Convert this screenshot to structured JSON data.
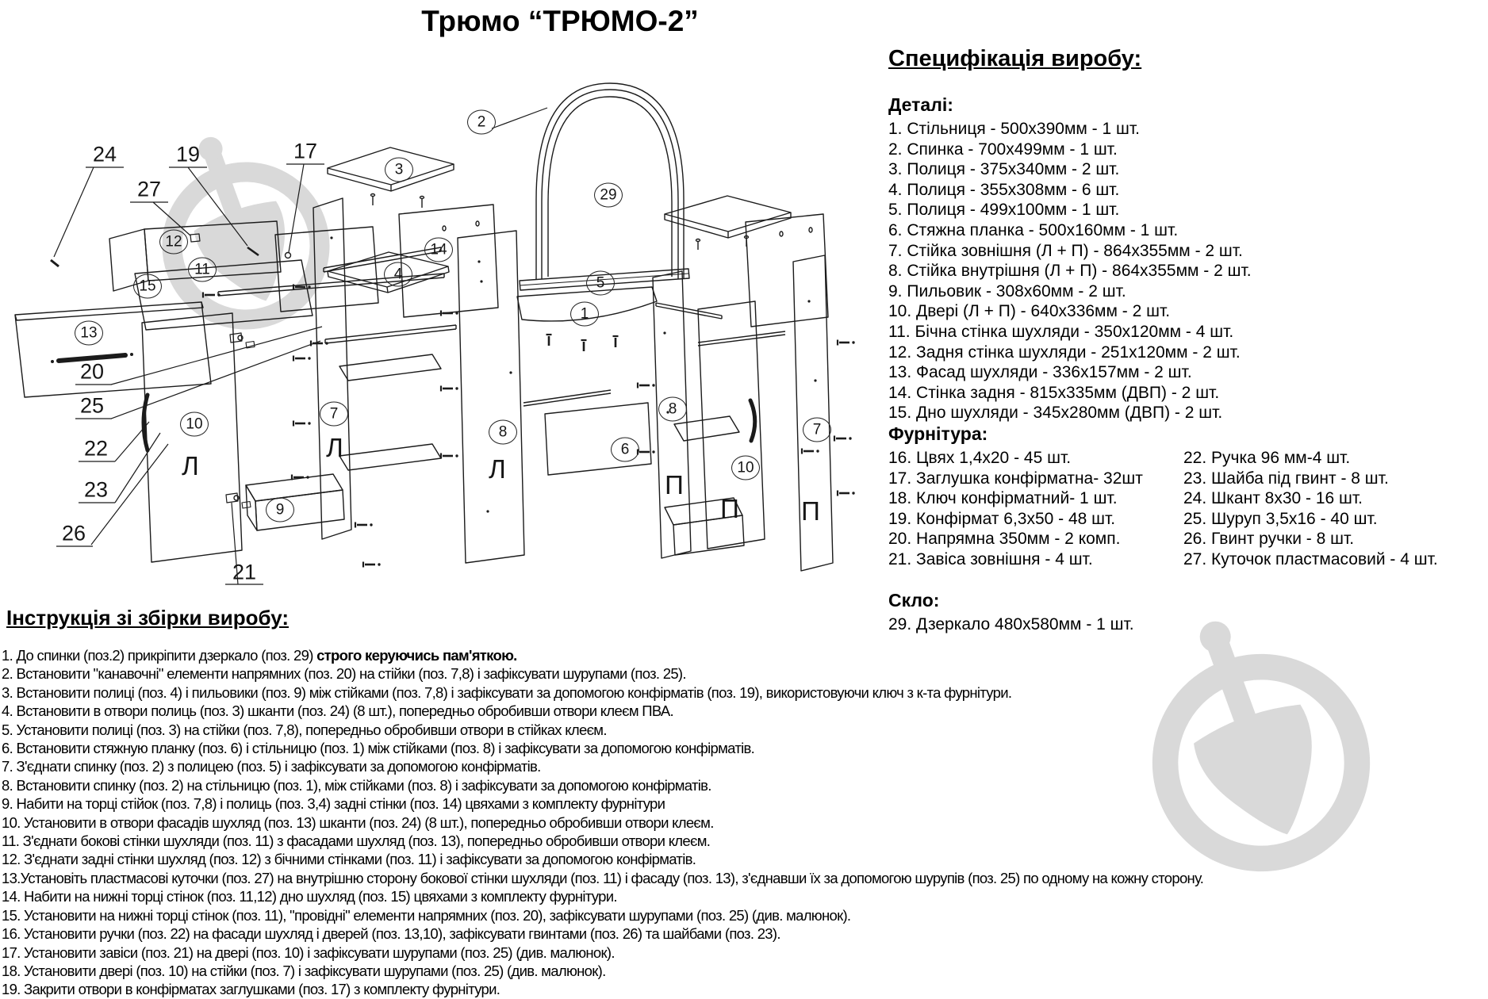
{
  "title": "Трюмо “ТРЮМО-2”",
  "spec": {
    "heading": "Специфікація виробу:",
    "details_heading": "Деталі:",
    "details": [
      "1. Стільниця - 500х390мм - 1 шт.",
      "2. Спинка - 700х499мм - 1 шт.",
      "3. Полиця - 375х340мм - 2 шт.",
      "4. Полиця - 355х308мм - 6 шт.",
      "5. Полиця - 499х100мм - 1 шт.",
      "6. Стяжна планка - 500х160мм - 1 шт.",
      "7. Стійка зовнішня (Л + П) - 864х355мм - 2 шт.",
      "8. Стійка внутрішня (Л + П) - 864х355мм - 2 шт.",
      "9. Пильовик - 308х60мм - 2 шт.",
      "10. Двері (Л + П) - 640х336мм - 2 шт.",
      "11. Бічна стінка шухляди - 350х120мм - 4 шт.",
      "12. Задня стінка шухляди - 251х120мм - 2 шт.",
      "13. Фасад шухляди - 336х157мм - 2 шт.",
      "14. Стінка задня - 815х335мм (ДВП) - 2 шт.",
      "15. Дно шухляди - 345х280мм (ДВП) - 2 шт."
    ],
    "hardware_heading": "Фурнітура:",
    "hw_left": [
      "16. Цвях 1,4х20 - 45 шт.",
      "17. Заглушка конфірматна- 32шт",
      "18. Ключ конфірматний- 1 шт.",
      "19. Конфірмат 6,3х50 - 48 шт.",
      "20. Напрямна 350мм - 2 комп.",
      "21. Завіса зовнішня - 4 шт."
    ],
    "hw_right": [
      "22. Ручка 96 мм-4 шт.",
      "23. Шайба під гвинт - 8 шт.",
      "24. Шкант 8х30 - 16 шт.",
      "25. Шуруп 3,5х16 - 40 шт.",
      "26. Гвинт ручки - 8 шт.",
      "27. Куточок пластмасовий - 4 шт."
    ],
    "glass_heading": "Скло:",
    "glass_items": [
      "29. Дзеркало 480х580мм - 1 шт."
    ]
  },
  "instructions": {
    "heading": "Інструкція зі збірки виробу:",
    "steps": [
      {
        "t": "1. До спинки (поз.2) прикріпити дзеркало (поз. 29) ",
        "b": "строго керуючись пам'яткою."
      },
      {
        "t": "2. Встановити \"канавочні\" елементи напрямних (поз. 20) на стійки (поз. 7,8) і зафіксувати шурупами (поз. 25).",
        "b": ""
      },
      {
        "t": "3. Встановити полиці  (поз. 4) і пильовики (поз. 9) між стійками (поз. 7,8) і зафіксувати за допомогою конфірматів (поз. 19), використовуючи ключ з к-та фурнітури.",
        "b": ""
      },
      {
        "t": "4. Встановити в отвори полиць (поз. 3) шканти (поз. 24) (8 шт.), попередньо обробивши отвори клеєм ПВА.",
        "b": ""
      },
      {
        "t": "5. Установити полиці  (поз. 3) на стійки (поз. 7,8), попередньо обробивши отвори в стійках клеєм.",
        "b": ""
      },
      {
        "t": "6. Встановити стяжную планку (поз. 6) і стільницю (поз. 1) між стійками (поз. 8) і зафіксувати за допомогою конфірматів.",
        "b": ""
      },
      {
        "t": "7. З'єднати спинку (поз. 2) з полицею (поз. 5) і зафіксувати за допомогою конфірматів.",
        "b": ""
      },
      {
        "t": "8. Встановити спинку (поз. 2) на стільницю (поз. 1), між стійками (поз. 8) і зафіксувати за допомогою конфірматів.",
        "b": ""
      },
      {
        "t": "9. Набити на торці стійок (поз. 7,8) і полиць (поз. 3,4) задні стінки (поз. 14) цвяхами з комплекту фурнітури",
        "b": ""
      },
      {
        "t": "10. Установити в отвори фасадів шухляд (поз. 13) шканти (поз. 24) (8 шт.), попередньо обробивши отвори клеєм.",
        "b": ""
      },
      {
        "t": "11. З'єднати бокові стінки шухляди (поз. 11) з фасадами шухляд (поз. 13), попередньо обробивши отвори клеєм.",
        "b": ""
      },
      {
        "t": "12. З'єднати задні стінки шухляд (поз. 12) з бічними стінками (поз. 11) і зафіксувати за допомогою конфірматів.",
        "b": ""
      },
      {
        "t": "13.Установіть пластмасові куточки (поз. 27) на внутрішню сторону бокової стінки шухляди (поз. 11) і фасаду (поз. 13), з'єднавши їх за допомогою шурупів (поз. 25) по одному на кожну сторону.",
        "b": ""
      },
      {
        "t": "14. Набити на нижні торці стінок (поз. 11,12) дно шухляд (поз. 15) цвяхами з комплекту фурнітури.",
        "b": ""
      },
      {
        "t": "15. Установити на нижні торці стінок (поз. 11), \"провідні\" елементи напрямних (поз. 20), зафіксувати шурупами (поз. 25) (див. малюнок).",
        "b": ""
      },
      {
        "t": "16. Установити ручки (поз. 22) на фасади шухляд і дверей (поз. 13,10), зафіксувати гвинтами (поз. 26)  та шайбами (поз. 23).",
        "b": ""
      },
      {
        "t": "17. Установити завіси (поз. 21) на двері (поз. 10) і зафіксувати шурупами (поз. 25) (див. малюнок).",
        "b": ""
      },
      {
        "t": "18. Установити двері (поз. 10) на стійки (поз. 7) і зафіксувати шурупами (поз. 25) (див. малюнок).",
        "b": ""
      },
      {
        "t": "19. Закрити отвори в конфірматах заглушками (поз. 17) з комплекту фурнітури.",
        "b": ""
      }
    ]
  },
  "diagram": {
    "watermark_icon": "trowel-logo-watermark",
    "watermark_color": "#d9d9d9",
    "circled": [
      {
        "n": "2"
      },
      {
        "n": "3"
      },
      {
        "n": "29"
      },
      {
        "n": "14"
      },
      {
        "n": "4"
      },
      {
        "n": "5"
      },
      {
        "n": "1"
      },
      {
        "n": "12"
      },
      {
        "n": "11"
      },
      {
        "n": "15"
      },
      {
        "n": "13"
      },
      {
        "n": "7"
      },
      {
        "n": "8"
      },
      {
        "n": "8"
      },
      {
        "n": "6"
      },
      {
        "n": "10"
      },
      {
        "n": "10"
      },
      {
        "n": "9"
      },
      {
        "n": "7"
      }
    ],
    "plain": [
      {
        "n": "24"
      },
      {
        "n": "19"
      },
      {
        "n": "17"
      },
      {
        "n": "27"
      },
      {
        "n": "20"
      },
      {
        "n": "25"
      },
      {
        "n": "22"
      },
      {
        "n": "23"
      },
      {
        "n": "26"
      },
      {
        "n": "21"
      }
    ],
    "letters": [
      {
        "t": "Л"
      },
      {
        "t": "Л"
      },
      {
        "t": "Л"
      },
      {
        "t": "П"
      },
      {
        "t": "П"
      },
      {
        "t": "П"
      }
    ]
  }
}
